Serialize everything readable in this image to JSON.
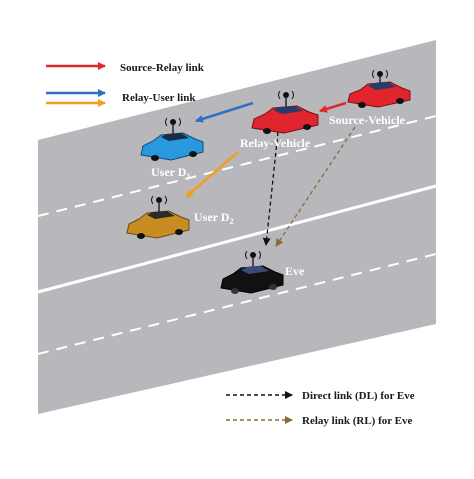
{
  "legend": {
    "source_relay": "Source-Relay link",
    "relay_user": "Relay-User link",
    "direct_link": "Direct link (DL) for Eve",
    "relay_link": "Relay link (RL) for Eve"
  },
  "labels": {
    "source_vehicle": "Source-Vehicle",
    "relay_vehicle": "Relay-Vehicle",
    "user_d1_main": "User D",
    "user_d1_sub": "1",
    "user_d2_main": "User D",
    "user_d2_sub": "2",
    "eve": "Eve"
  },
  "colors": {
    "road": "#b8b8bc",
    "red_link": "#e02a2a",
    "blue_link": "#2f6fc4",
    "orange_link": "#f0a020",
    "black_dashed": "#111111",
    "brown_dashed": "#8a6a3a",
    "car_red": "#e0252e",
    "car_blue": "#2a98dc",
    "car_gold": "#c88c22",
    "car_black": "#111111"
  }
}
